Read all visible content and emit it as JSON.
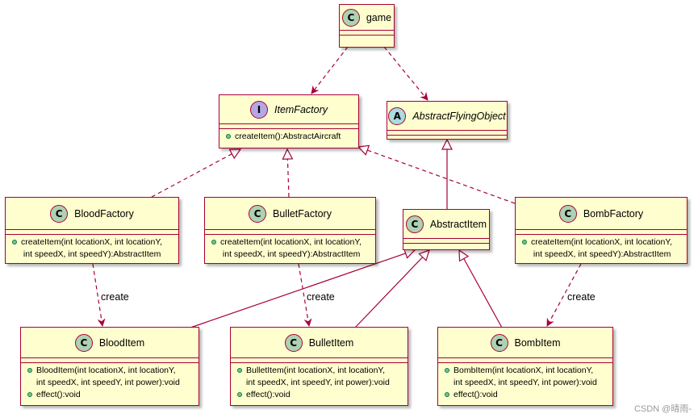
{
  "stereotypes": {
    "class": "C",
    "interface": "I",
    "abstract": "A"
  },
  "classes": {
    "game": {
      "name": "game"
    },
    "item_factory": {
      "name": "ItemFactory",
      "operations": [
        "createItem():AbstractAircraft"
      ]
    },
    "abstract_flying_object": {
      "name": "AbstractFlyingObject"
    },
    "blood_factory": {
      "name": "BloodFactory",
      "operations": [
        "createItem(int locationX, int locationY,\n int speedX, int speedY):AbstractItem"
      ]
    },
    "bullet_factory": {
      "name": "BulletFactory",
      "operations": [
        "createItem(int locationX, int locationY,\n int speedX, int speedY):AbstractItem"
      ]
    },
    "abstract_item": {
      "name": "AbstractItem"
    },
    "bomb_factory": {
      "name": "BombFactory",
      "operations": [
        "createItem(int locationX, int locationY,\n int speedX, int speedY):AbstractItem"
      ]
    },
    "blood_item": {
      "name": "BloodItem",
      "operations": [
        "BloodItem(int locationX, int locationY,\nint speedX, int speedY, int power):void",
        "effect():void"
      ]
    },
    "bullet_item": {
      "name": "BulletItem",
      "operations": [
        "BulletItem(int locationX, int locationY,\nint speedX, int speedY, int power):void",
        "effect():void"
      ]
    },
    "bomb_item": {
      "name": "BombItem",
      "operations": [
        "BombItem(int locationX, int locationY,\nint speedX, int speedY, int power):void",
        "effect():void"
      ]
    }
  },
  "relations": {
    "create_label": "create"
  },
  "footer": "CSDN @晴雨-",
  "colors": {
    "class_fill": "#fefece",
    "border": "#a80036",
    "class_badge": "#add1b2",
    "interface_badge": "#b4a7e5",
    "abstract_badge": "#a9dcdf",
    "method_dot": "#84be84"
  }
}
